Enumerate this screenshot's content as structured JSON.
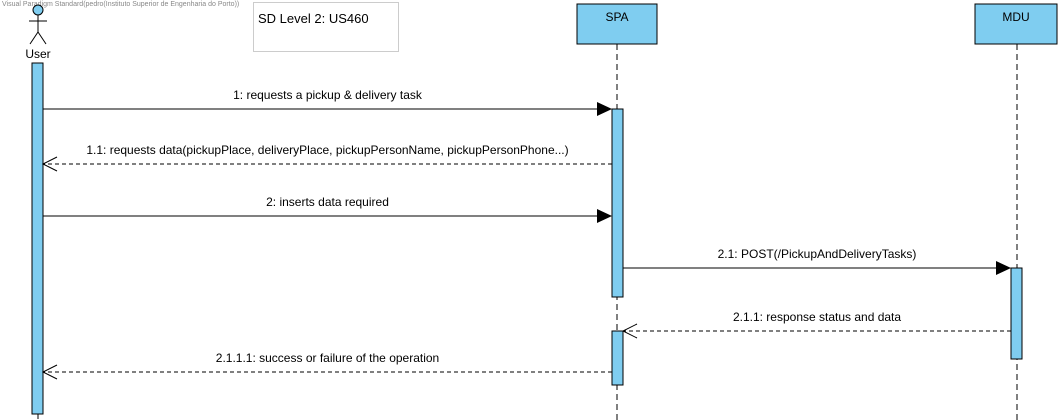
{
  "watermark": "Visual Paradigm Standard(pedro(Instituto Superior de Engenharia do Porto))",
  "frame_title": "SD Level 2: US460",
  "colors": {
    "lifeline_fill": "#7fcdf0",
    "stroke": "#000000",
    "lifeline_dash": "#000000",
    "frame_border": "#cccccc"
  },
  "participants": [
    {
      "id": "user",
      "label": "User",
      "kind": "actor"
    },
    {
      "id": "spa",
      "label": "SPA",
      "kind": "box"
    },
    {
      "id": "mdu",
      "label": "MDU",
      "kind": "box"
    }
  ],
  "messages": [
    {
      "label": "1: requests a pickup & delivery task",
      "from": "user",
      "to": "spa",
      "type": "sync"
    },
    {
      "label": "1.1: requests data(pickupPlace, deliveryPlace, pickupPersonName, pickupPersonPhone...)",
      "from": "spa",
      "to": "user",
      "type": "reply"
    },
    {
      "label": "2: inserts data required",
      "from": "user",
      "to": "spa",
      "type": "sync"
    },
    {
      "label": "2.1: POST(/PickupAndDeliveryTasks)",
      "from": "spa",
      "to": "mdu",
      "type": "sync"
    },
    {
      "label": "2.1.1: response status and data",
      "from": "mdu",
      "to": "spa",
      "type": "reply"
    },
    {
      "label": "2.1.1.1: success or failure of the operation",
      "from": "spa",
      "to": "user",
      "type": "reply"
    }
  ]
}
